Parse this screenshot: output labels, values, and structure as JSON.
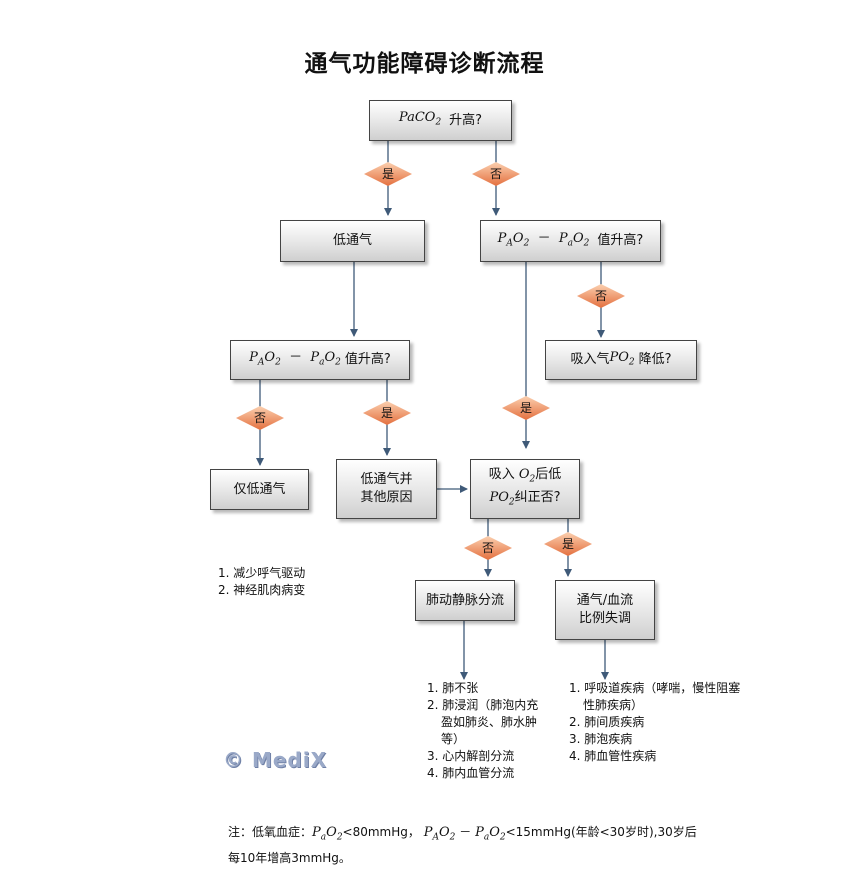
{
  "title": "通气功能障碍诊断流程",
  "nodes": {
    "paco2": {
      "var": "PaCO",
      "sub": "2",
      "text": "升高?"
    },
    "low_vent": {
      "text": "低通气"
    },
    "gradient_right": {
      "p1": "P",
      "s1": "A",
      "o1": "O",
      "n1": "2",
      "minus": "－",
      "p2": "P",
      "s2": "a",
      "o2": "O",
      "n2": "2",
      "text": "值升高?"
    },
    "gradient_left": {
      "p1": "P",
      "s1": "A",
      "o1": "O",
      "n1": "2",
      "minus": "－",
      "p2": "P",
      "s2": "a",
      "o2": "O",
      "n2": "2",
      "text": "值升高?"
    },
    "inspired_po2": {
      "pre": "吸入气",
      "var": "PO",
      "sub": "2",
      "text": "降低?"
    },
    "pure_low_vent": {
      "text": "仅低通气"
    },
    "low_vent_other": {
      "line1": "低通气并",
      "line2": "其他原因"
    },
    "o2_correct": {
      "l1pre": "吸入 ",
      "l1var": "O",
      "l1sub": "2",
      "l1post": "后低",
      "l2var": "PO",
      "l2sub": "2",
      "l2post": "纠正否?"
    },
    "shunt": {
      "text": "肺动静脉分流"
    },
    "vq": {
      "line1": "通气/血流",
      "line2": "比例失调"
    }
  },
  "decisions": {
    "yes": "是",
    "no": "否"
  },
  "lists": {
    "pure_low_vent_causes": [
      "1. 减少呼气驱动",
      "2. 神经肌肉病变"
    ],
    "shunt_causes": [
      "1. 肺不张",
      "2. 肺浸润（肺泡内充盈如肺炎、肺水肿等）",
      "3. 心内解剖分流",
      "4. 肺内血管分流"
    ],
    "vq_causes": [
      "1. 呼吸道疾病（哮喘，慢性阻塞性肺疾病）",
      "2. 肺间质疾病",
      "3. 肺泡疾病",
      "4. 肺血管性疾病"
    ]
  },
  "logo": "© MediX",
  "note": {
    "prefix": "注：低氧血症：",
    "pao2": "<80mmHg，",
    "grad": "<15mmHg(年龄<30岁时),30岁后每10年增高3mmHg。"
  },
  "colors": {
    "diamond_light": "#f9c29c",
    "diamond_dark": "#e4703f",
    "line": "#3f5a78"
  }
}
